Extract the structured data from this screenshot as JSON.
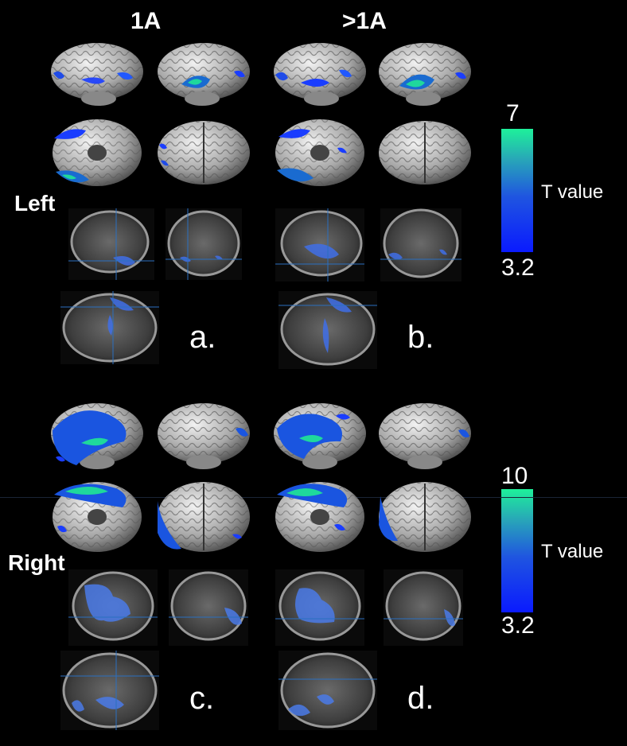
{
  "columns": [
    "1A",
    ">1A"
  ],
  "rows": [
    "Left",
    "Right"
  ],
  "panels": [
    "a.",
    "b.",
    "c.",
    "d."
  ],
  "colorbars": [
    {
      "max": "7",
      "min": "3.2",
      "title": "T value"
    },
    {
      "max": "10",
      "min": "3.2",
      "title": "T value"
    }
  ],
  "colors": {
    "background": "#000000",
    "low": "#0a1aff",
    "high": "#1ef09a"
  }
}
